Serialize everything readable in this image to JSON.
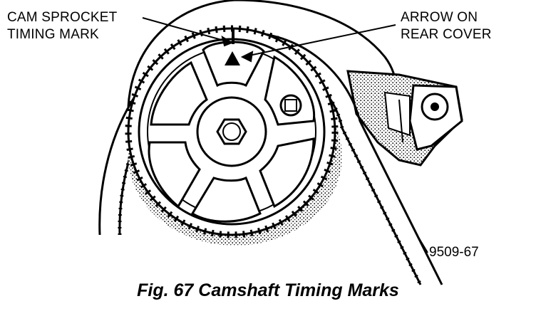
{
  "figure": {
    "callouts": {
      "cam_sprocket_line1": "CAM SPROCKET",
      "cam_sprocket_line2": "TIMING MARK",
      "arrow_line1": "ARROW ON",
      "arrow_line2": "REAR COVER"
    },
    "reference_number": "9509-67",
    "caption": "Fig. 67 Camshaft Timing Marks"
  },
  "colors": {
    "ink": "#000000",
    "paper": "#ffffff"
  }
}
